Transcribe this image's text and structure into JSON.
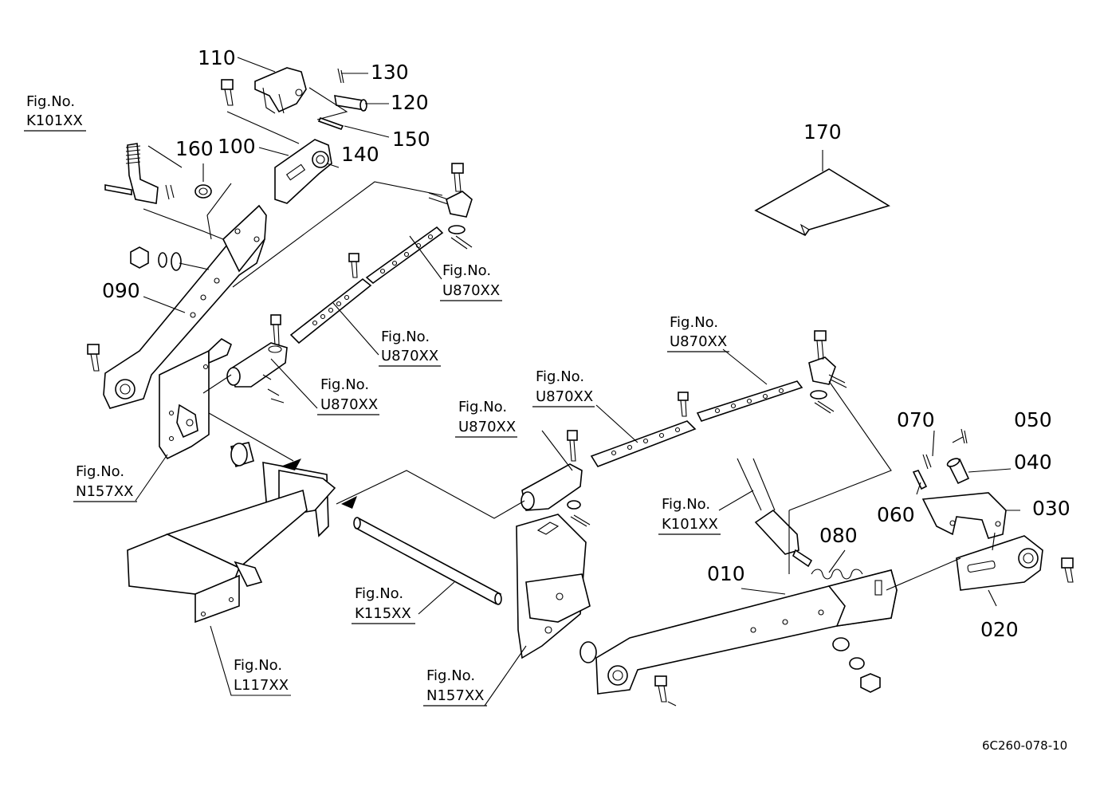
{
  "parts": {
    "p010": "010",
    "p020": "020",
    "p030": "030",
    "p040": "040",
    "p050": "050",
    "p060": "060",
    "p070": "070",
    "p080": "080",
    "p090": "090",
    "p100": "100",
    "p110": "110",
    "p120": "120",
    "p130": "130",
    "p140": "140",
    "p150": "150",
    "p160": "160",
    "p170": "170"
  },
  "refs": {
    "fig_prefix": "Fig.No.",
    "k101_top": "K101XX",
    "u870_a": "U870XX",
    "u870_b": "U870XX",
    "u870_c": "U870XX",
    "u870_d": "U870XX",
    "u870_e": "U870XX",
    "u870_f": "U870XX",
    "n157_left": "N157XX",
    "n157_bottom": "N157XX",
    "k101_right": "K101XX",
    "k115": "K115XX",
    "l117": "L117XX"
  },
  "drawing_code": "6C260-078-10"
}
